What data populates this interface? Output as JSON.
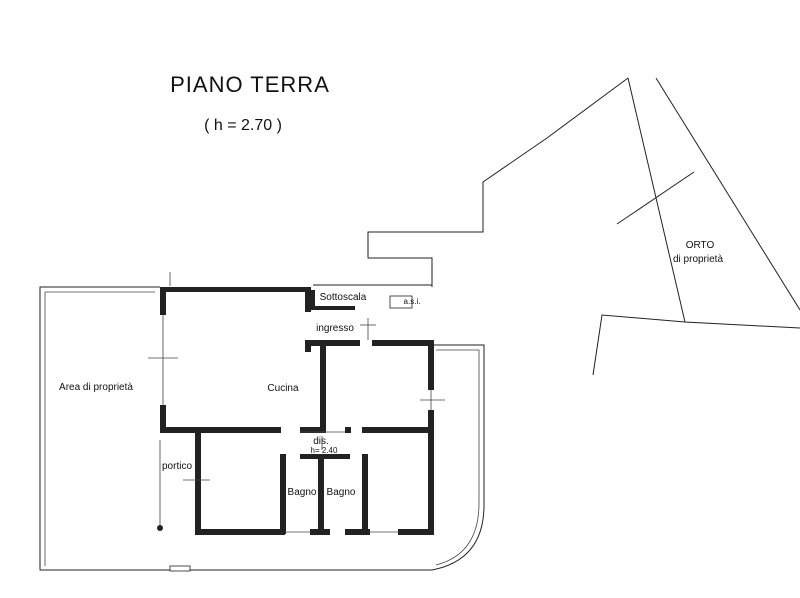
{
  "title": "PIANO  TERRA",
  "height_note": "( h = 2.70 )",
  "rooms": {
    "area_proprieta": "Area di proprietà",
    "cucina": "Cucina",
    "sottoscala": "Sottoscala",
    "asi": "a.s.i.",
    "ingresso": "ingresso",
    "dis": "dis.",
    "dis_height": "h= 2.40",
    "portico": "portico",
    "bagno_1": "Bagno",
    "bagno_2": "Bagno",
    "orto": "ORTO",
    "orto_sub": "di proprietà"
  }
}
